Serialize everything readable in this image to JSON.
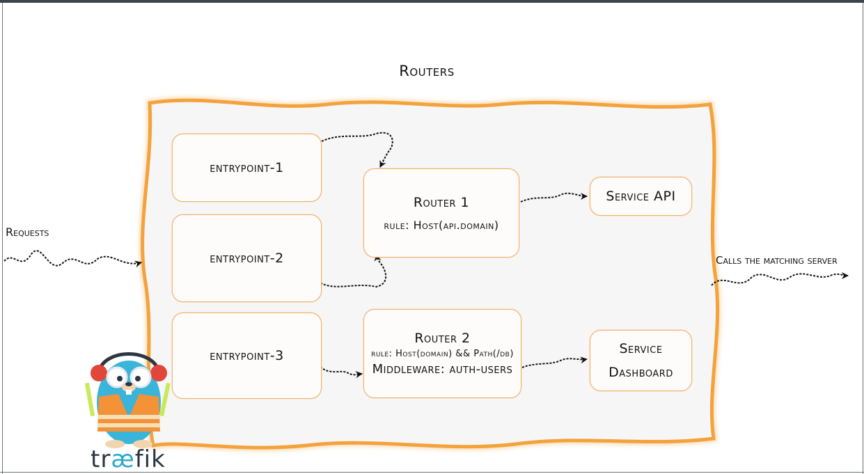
{
  "diagram": {
    "title": "Routers",
    "entrypoints": [
      "entrypoint-1",
      "entrypoint-2",
      "entrypoint-3"
    ],
    "router1": {
      "title": "Router 1",
      "rule": "rule: Host(api.domain)"
    },
    "router2": {
      "title": "Router 2",
      "rule": "rule: Host(domain) && Path(/db)",
      "middleware": "Middleware: auth-users"
    },
    "service_api": "Service API",
    "service_dashboard": {
      "line1": "Service",
      "line2": "Dashboard"
    },
    "requests_label": "Requests",
    "output_label": "Calls the matching server"
  },
  "branding": {
    "logo_text": "træfik"
  },
  "colors": {
    "accent": "#f3a23c",
    "panel": "#f7f6f6",
    "mascot_body": "#3bb4d9",
    "vest": "#f39237"
  }
}
